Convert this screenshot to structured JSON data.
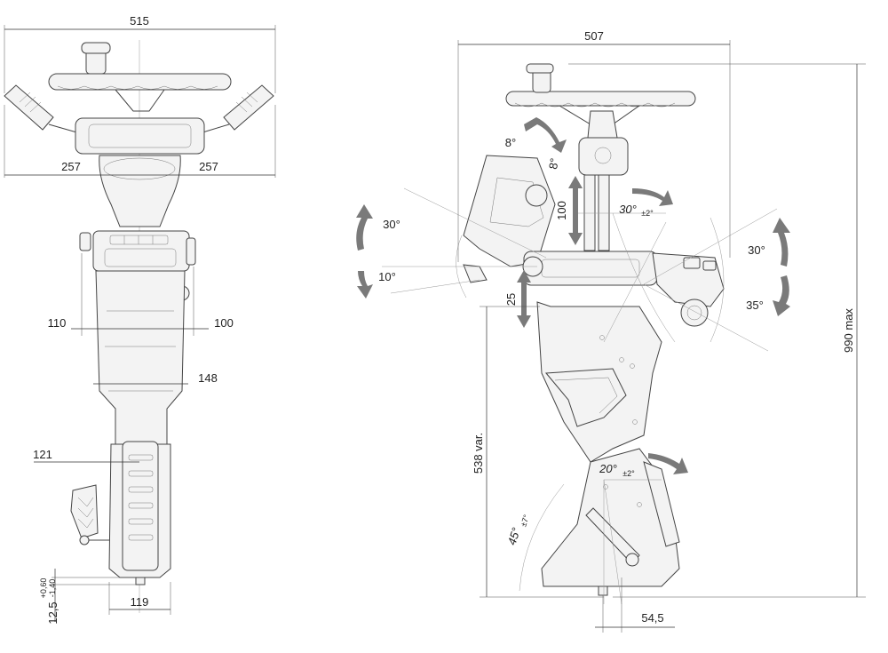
{
  "front_view": {
    "overall_width": "515",
    "left_half": "257",
    "right_half": "257",
    "left_offset": "110",
    "right_offset": "100",
    "column_width": "148",
    "pedal_offset": "121",
    "base_width": "119",
    "base_height": "12,5",
    "base_tol_upper": "+0,60",
    "base_tol_lower": "-1,40"
  },
  "side_view": {
    "overall_width": "507",
    "max_height": "990 max",
    "column_height": "538 var.",
    "travel_upper": "100",
    "travel_lower": "25",
    "base_offset": "54,5",
    "angle_top_a": "8°",
    "angle_top_b": "8°",
    "angle_tilt_up": "30°",
    "angle_tilt_down": "10°",
    "angle_wheel": "30°",
    "angle_wheel_tol": "±2°",
    "angle_right_up": "30°",
    "angle_right_down": "35°",
    "angle_column": "20°",
    "angle_column_tol": "±2°",
    "angle_pedal": "45°",
    "angle_pedal_tol": "±7°"
  }
}
